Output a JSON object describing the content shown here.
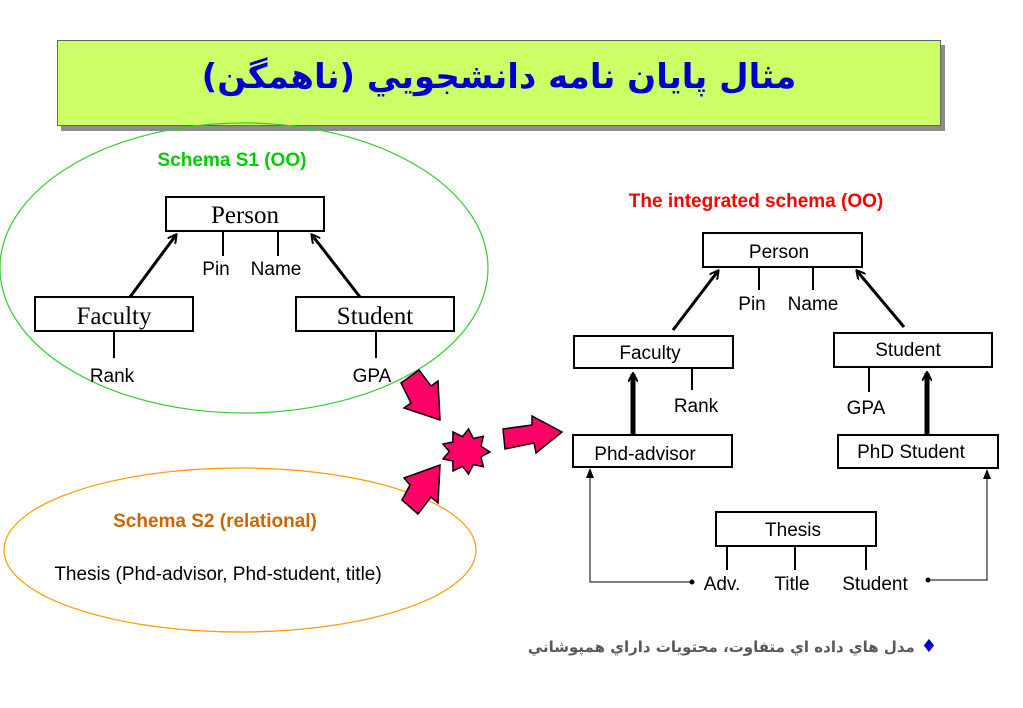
{
  "title": "مثال پايان نامه دانشجويي (ناهمگن)",
  "schema_s1": {
    "label": "Schema S1 (OO)",
    "person": "Person",
    "pin": "Pin",
    "name": "Name",
    "faculty": "Faculty",
    "student": "Student",
    "rank": "Rank",
    "gpa": "GPA"
  },
  "schema_s2": {
    "label": "Schema S2 (relational)",
    "relation": "Thesis (Phd-advisor, Phd-student, title)"
  },
  "integrated": {
    "label": "The integrated schema (OO)",
    "person": "Person",
    "pin": "Pin",
    "name": "Name",
    "faculty": "Faculty",
    "student": "Student",
    "rank": "Rank",
    "gpa": "GPA",
    "phd_advisor": "Phd-advisor",
    "phd_student": "PhD Student",
    "thesis": "Thesis",
    "adv": "Adv.",
    "title_attr": "Title",
    "student_attr": "Student"
  },
  "bullet": {
    "text": "مدل هاي داده اي متفاوت، محتويات داراي همپوشاني"
  },
  "colors": {
    "title_bg": "#ccff66",
    "title_text": "#0000cc",
    "s1_ellipse": "#33cc33",
    "s1_label": "#00cc00",
    "s2_ellipse": "#ff9900",
    "s2_label": "#cc6600",
    "integrated_label": "#ff0000",
    "merge_arrows": "#ff0066"
  }
}
